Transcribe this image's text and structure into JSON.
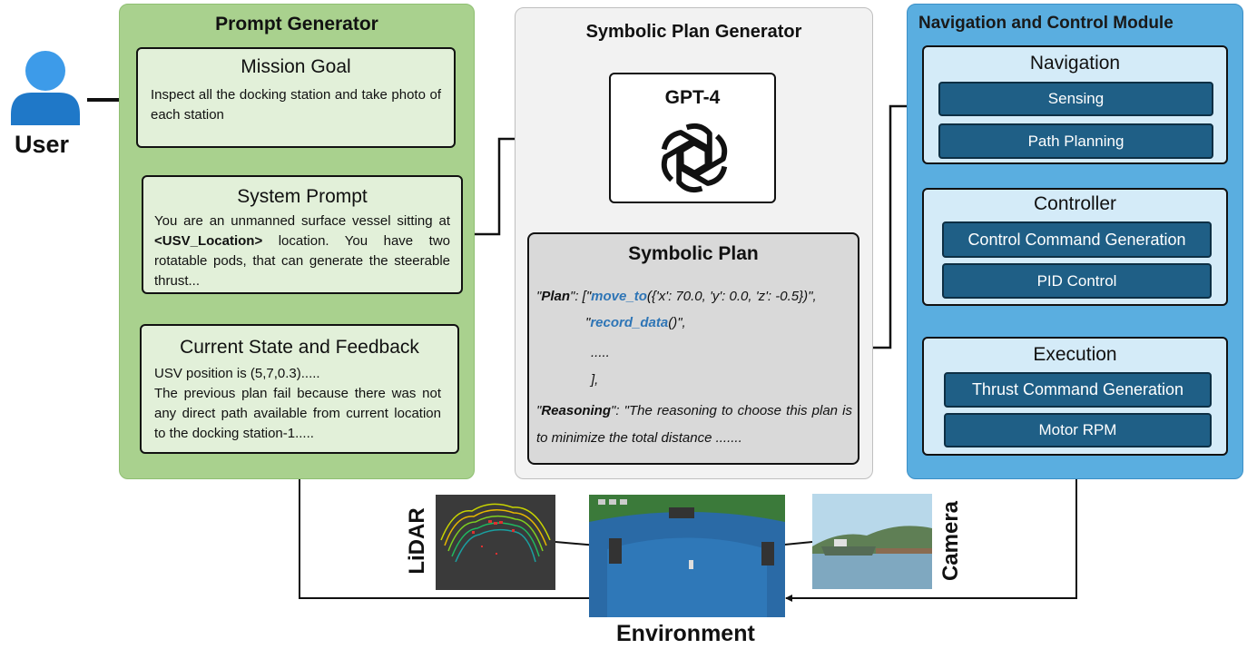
{
  "user": {
    "label": "User"
  },
  "prompt_generator": {
    "title": "Prompt Generator",
    "mission_goal": {
      "title": "Mission Goal",
      "text": "Inspect all the docking station and take photo of each station"
    },
    "system_prompt": {
      "title": "System Prompt",
      "text_before": "You are an unmanned surface vessel sitting at ",
      "text_bold": "<USV_Location>",
      "text_after": " location. You have two rotatable pods, that can generate the steerable thrust..."
    },
    "current_state": {
      "title": "Current State and Feedback",
      "line1": "USV position is (5,7,0.3).....",
      "line2": "The previous plan fail because there was not any direct path available from current location to the docking station-1....."
    }
  },
  "symbolic_plan_generator": {
    "title": "Symbolic Plan Generator",
    "gpt_label": "GPT-4",
    "plan": {
      "title": "Symbolic Plan",
      "q_open": "\"",
      "plan_key": "Plan",
      "plan_sep": "\": [\"",
      "fn1": "move_to",
      "fn1_args": "({'x': 70.0, 'y': 0.0, 'z': -0.5})\",",
      "q2": "\"",
      "fn2": "record_data",
      "fn2_args": "()\",",
      "ellipsis": ".....",
      "close": "],",
      "reason_key": "Reasoning",
      "reason_sep": "\": ",
      "reason_text": "\"The reasoning to choose this plan is to minimize the total distance ......."
    }
  },
  "navigation_module": {
    "title": "Navigation and Control Module",
    "navigation": {
      "title": "Navigation",
      "items": [
        "Sensing",
        "Path Planning"
      ]
    },
    "controller": {
      "title": "Controller",
      "items": [
        "Control Command Generation",
        "PID Control"
      ]
    },
    "execution": {
      "title": "Execution",
      "items": [
        "Thrust Command Generation",
        "Motor RPM"
      ]
    }
  },
  "environment": {
    "label": "Environment",
    "lidar_label": "LiDAR",
    "camera_label": "Camera"
  },
  "colors": {
    "prompt_panel": "#a9d18e",
    "prompt_box": "#e2f0d9",
    "nav_panel": "#5aaee0",
    "nav_box": "#d4ebf8",
    "nav_button": "#1f5f86",
    "function_text": "#2e75b6"
  }
}
